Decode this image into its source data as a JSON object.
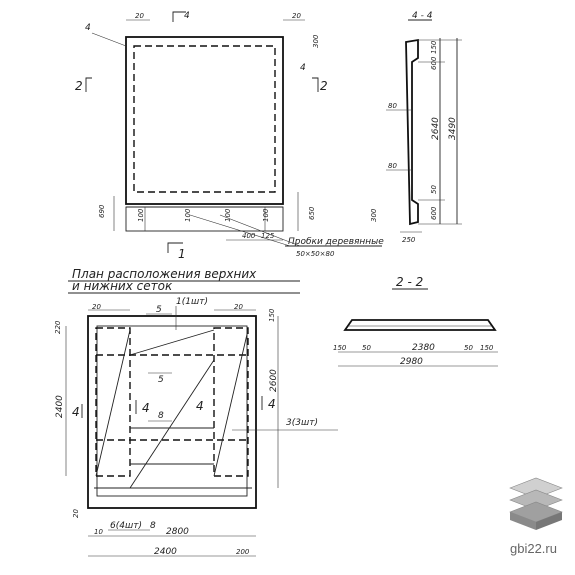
{
  "panel_plan": {
    "section_marks": {
      "top_left": "4",
      "top_right": "4",
      "side_left": "2",
      "side_right": "2",
      "bottom": "1"
    },
    "dims": {
      "d300": "300",
      "d690": "690",
      "d650": "650",
      "d400": "400",
      "d125": "125",
      "d20a": "20",
      "d20b": "20",
      "d100a": "100",
      "d100b": "100",
      "d100c": "100",
      "d100d": "100"
    },
    "callout": "Пробки деревянные",
    "callout_size": "50×50×80"
  },
  "section_44": {
    "title": "4 - 4",
    "dims": {
      "d150": "150",
      "d600": "600",
      "d80": "80",
      "d2640": "2640",
      "d3490": "3490",
      "d80b": "80",
      "d50": "50",
      "d300": "300",
      "d600b": "600",
      "d250": "250"
    }
  },
  "mesh_plan": {
    "title_line1": "План расположения верхних",
    "title_line2": "и нижних сеток",
    "labels": {
      "one": "1(1шт)",
      "five_top": "5",
      "five_mid": "5",
      "eight_mid": "8",
      "four_left": "4",
      "four_center": "4",
      "four_right": "4",
      "four_far": "4",
      "three": "3(3шт)",
      "six": "6(4шт)",
      "eight_bot": "8"
    },
    "dims": {
      "d20a": "20",
      "d20b": "20",
      "d220": "220",
      "d150": "150",
      "d2400_v": "2400",
      "d2600": "2600",
      "d20c": "20",
      "d10": "10",
      "d2800": "2800",
      "d2400_h": "2400",
      "d200": "200"
    }
  },
  "section_22": {
    "title": "2 - 2",
    "dims": {
      "d150a": "150",
      "d50a": "50",
      "d2380": "2380",
      "d50b": "50",
      "d150b": "150",
      "d2980": "2980"
    }
  },
  "watermark": "gbi22.ru"
}
